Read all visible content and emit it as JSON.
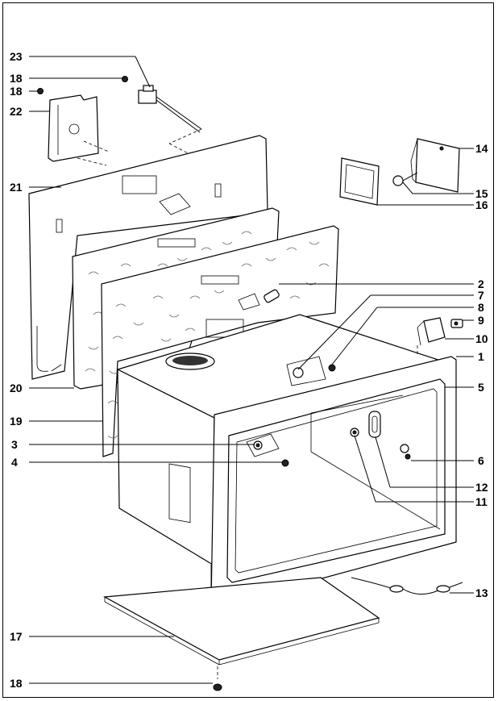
{
  "diagram": {
    "labels": [
      {
        "id": "l23",
        "text": "23"
      },
      {
        "id": "l18a",
        "text": "18"
      },
      {
        "id": "l18b",
        "text": "18"
      },
      {
        "id": "l22",
        "text": "22"
      },
      {
        "id": "l21",
        "text": "21"
      },
      {
        "id": "l14",
        "text": "14"
      },
      {
        "id": "l15",
        "text": "15"
      },
      {
        "id": "l16",
        "text": "16"
      },
      {
        "id": "l2",
        "text": "2"
      },
      {
        "id": "l7",
        "text": "7"
      },
      {
        "id": "l8",
        "text": "8"
      },
      {
        "id": "l9",
        "text": "9"
      },
      {
        "id": "l10",
        "text": "10"
      },
      {
        "id": "l1",
        "text": "1"
      },
      {
        "id": "l5",
        "text": "5"
      },
      {
        "id": "l20",
        "text": "20"
      },
      {
        "id": "l19",
        "text": "19"
      },
      {
        "id": "l3",
        "text": "3"
      },
      {
        "id": "l4",
        "text": "4"
      },
      {
        "id": "l6",
        "text": "6"
      },
      {
        "id": "l12",
        "text": "12"
      },
      {
        "id": "l11",
        "text": "11"
      },
      {
        "id": "l13",
        "text": "13"
      },
      {
        "id": "l17",
        "text": "17"
      },
      {
        "id": "l18c",
        "text": "18"
      }
    ]
  }
}
